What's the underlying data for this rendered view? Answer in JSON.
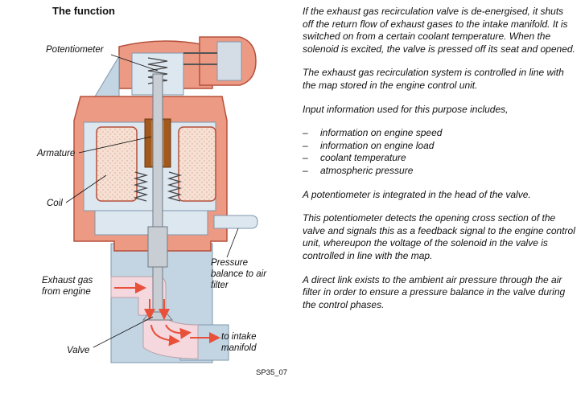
{
  "heading": "The function",
  "labels": {
    "potentiometer": "Potentiometer",
    "armature": "Armature",
    "coil": "Coil",
    "exhaust_line1": "Exhaust gas",
    "exhaust_line2": "from engine",
    "valve": "Valve",
    "pressure_line1": "Pressure",
    "pressure_line2": "balance to air",
    "pressure_line3": "filter",
    "intake_line1": "to intake",
    "intake_line2": "manifold",
    "code": "SP35_07"
  },
  "text": {
    "p1": "If the exhaust gas recirculation valve is de-energised, it shuts off the return flow of exhaust gases to the intake manifold. It is switched on from a certain coolant temperature. When the solenoid is excited, the valve is pressed off its seat and opened.",
    "p2": "The exhaust gas recirculation system is controlled in line with the map stored in the engine control unit.",
    "p3": "Input information used for this purpose includes,",
    "list": [
      "information on engine speed",
      "information on engine load",
      "coolant temperature",
      "atmospheric pressure"
    ],
    "p4": "A potentiometer is integrated in the head of the valve.",
    "p5": "This potentiometer detects the opening cross section of the valve and signals this as a feedback signal to the engine control unit, whereupon the voltage of the solenoid in the valve is controlled in line with the map.",
    "p6": "A direct link exists to the ambient air pressure through the air filter in order to ensure a pressure balance in the valve during the control phases."
  },
  "colors": {
    "housing": "#ec9a84",
    "housing_dark": "#b5503c",
    "cavity": "#dde7f0",
    "pipe_block": "#c3d5e3",
    "gas": "#f5d7de",
    "coil": "#f6e0d4",
    "armature": "#a4591c",
    "metal": "#c9ced4",
    "arrow": "#e8503a"
  }
}
